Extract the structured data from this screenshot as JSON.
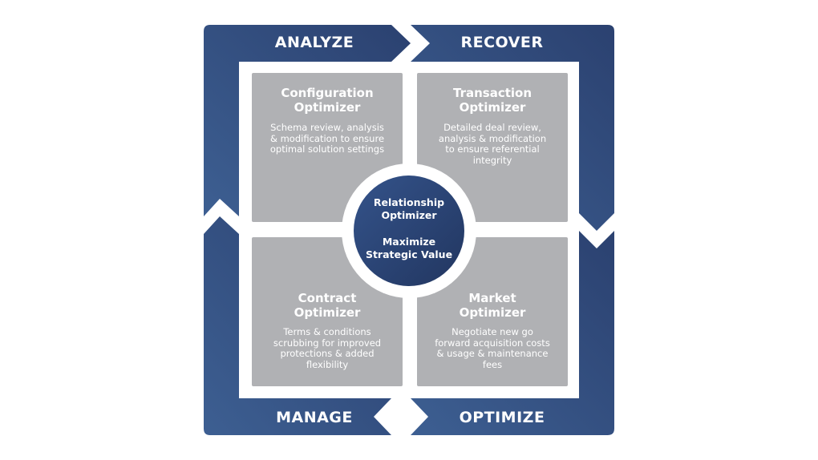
{
  "colors": {
    "frame_dark": "#2b4170",
    "frame_light": "#3d5f92",
    "panel_gray": "#b0b1b4",
    "inner_border": "#ffffff"
  },
  "phases": {
    "analyze": "ANALYZE",
    "recover": "RECOVER",
    "manage": "MANAGE",
    "optimize": "OPTIMIZE"
  },
  "quadrants": {
    "configuration": {
      "title": "Configuration\nOptimizer",
      "description": "Schema review, analysis\n& modification to ensure\noptimal solution settings"
    },
    "transaction": {
      "title": "Transaction\nOptimizer",
      "description": "Detailed deal review,\nanalysis & modification\nto ensure referential\nintegrity"
    },
    "contract": {
      "title": "Contract\nOptimizer",
      "description": "Terms & conditions\nscrubbing for improved\nprotections & added\nflexibility"
    },
    "market": {
      "title": "Market\nOptimizer",
      "description": "Negotiate new go\nforward acquisition costs\n& usage & maintenance\nfees"
    }
  },
  "center": {
    "title": "Relationship\nOptimizer",
    "subtitle": "Maximize\nStrategic Value"
  }
}
